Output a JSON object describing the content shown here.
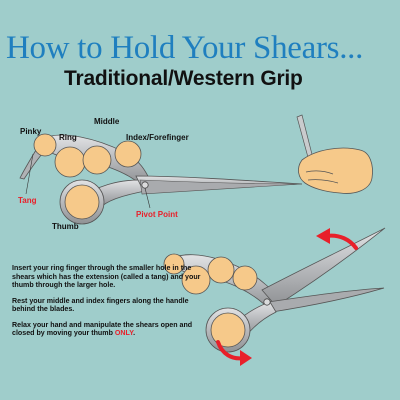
{
  "title": "How to Hold Your Shears...",
  "subtitle": "Traditional/Western Grip",
  "labels": {
    "pinky": "Pinky",
    "ring": "Ring",
    "middle": "Middle",
    "index": "Index/Forefinger",
    "tang": "Tang",
    "thumb": "Thumb",
    "pivot": "Pivot Point"
  },
  "instructions": {
    "p1": "Insert your ring finger through the smaller hole in the shears which has the extension (called a tang) and your thumb through the larger hole.",
    "p2": "Rest your middle and index fingers along the handle behind the blades.",
    "p3_main": "Relax your hand and manipulate the shears open and closed by moving your thumb ",
    "p3_emph": "ONLY",
    "p3_end": "."
  },
  "colors": {
    "background": "#9fcdcb",
    "title": "#1f7fbf",
    "finger": "#f6c98a",
    "metal": "#c2c4c6",
    "accent_red": "#e8202a"
  }
}
